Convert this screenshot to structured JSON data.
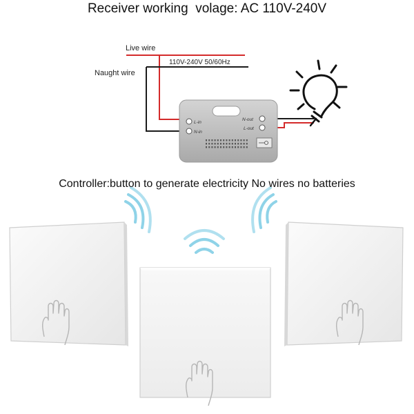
{
  "header": {
    "title": "Receiver working  volage: AC 110V-240V"
  },
  "wiring": {
    "live_wire_label": "Live wire",
    "neutral_wire_label": "Naught wire",
    "voltage_spec": "110V-240V 50/60Hz",
    "live_color": "#d42a2a",
    "neutral_color": "#1a1a1a"
  },
  "receiver": {
    "port_l_in": "L-in",
    "port_n_in": "N-in",
    "port_n_out": "N-out",
    "port_l_out": "L-out",
    "body_color": "#c4c4c4"
  },
  "load": {
    "icon": "light-bulb-icon"
  },
  "controller": {
    "caption": "Controller:button to generate electricity No wires no batteries",
    "signal_color": "#8fd3e8",
    "panel_color": "#f4f4f4",
    "hand_icon": "hand-press-icon"
  }
}
